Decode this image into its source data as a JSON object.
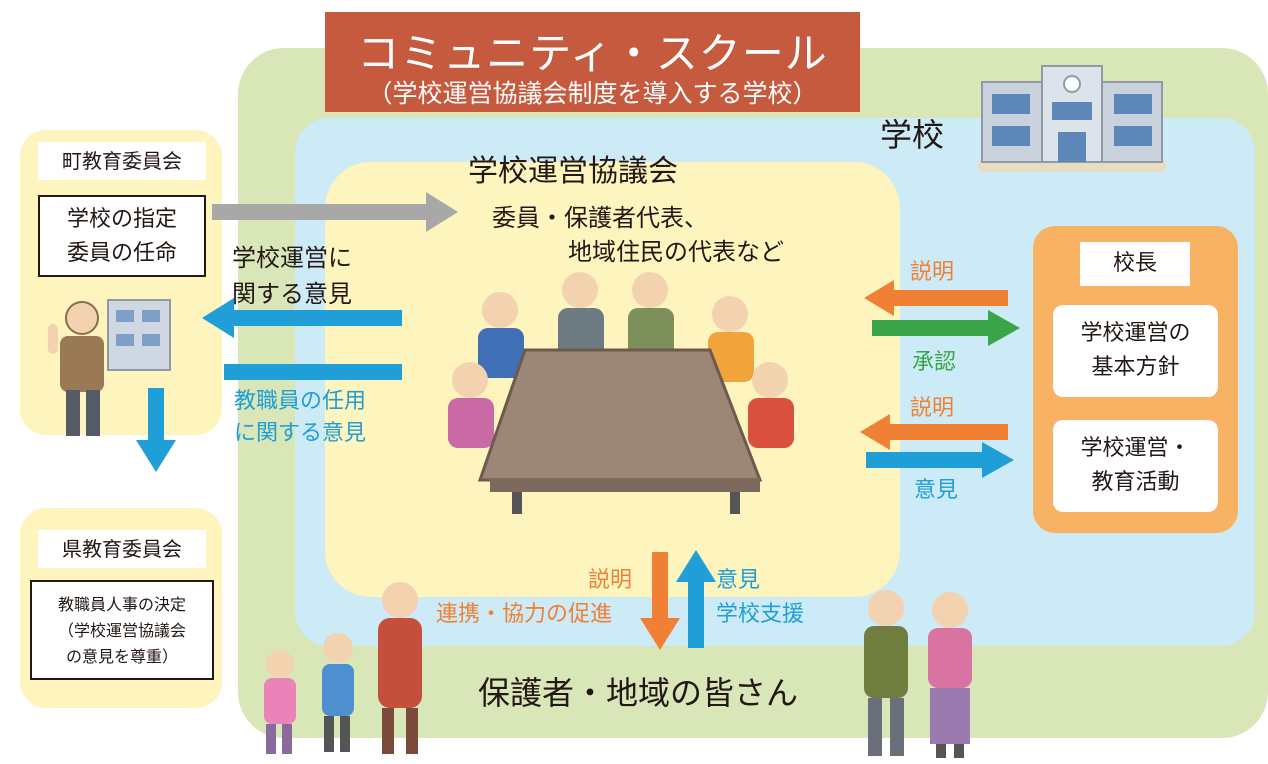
{
  "title": {
    "main": "コミュニティ・スクール",
    "sub": "（学校運営協議会制度を導入する学校）"
  },
  "school_label": "学校",
  "council": {
    "title": "学校運営協議会",
    "members_line1": "委員・保護者代表、",
    "members_line2": "地域住民の代表など"
  },
  "town_board": {
    "title": "町教育委員会",
    "box_line1": "学校の指定",
    "box_line2": "委員の任命"
  },
  "pref_board": {
    "title": "県教育委員会",
    "box_line1": "教職員人事の決定",
    "box_line2": "（学校運営協議会",
    "box_line3": "の意見を尊重）"
  },
  "opinion_mgmt": {
    "line1": "学校運営に",
    "line2": "関する意見"
  },
  "opinion_staff": {
    "line1": "教職員の任用",
    "line2": "に関する意見"
  },
  "principal": {
    "title": "校長",
    "item1_line1": "学校運営の",
    "item1_line2": "基本方針",
    "item2_line1": "学校運営・",
    "item2_line2": "教育活動"
  },
  "arrows": {
    "explain": "説明",
    "approve": "承認",
    "explain2": "説明",
    "opinion": "意見",
    "bottom_explain": "説明",
    "bottom_cooperation": "連携・協力の促進",
    "bottom_opinion": "意見",
    "bottom_support": "学校支援"
  },
  "community_label": "保護者・地域の皆さん",
  "colors": {
    "orange": "#ef8034",
    "green": "#39a548",
    "blue": "#1f9ed8",
    "gray": "#a8a8a8",
    "title_bg": "#c55a3f"
  }
}
